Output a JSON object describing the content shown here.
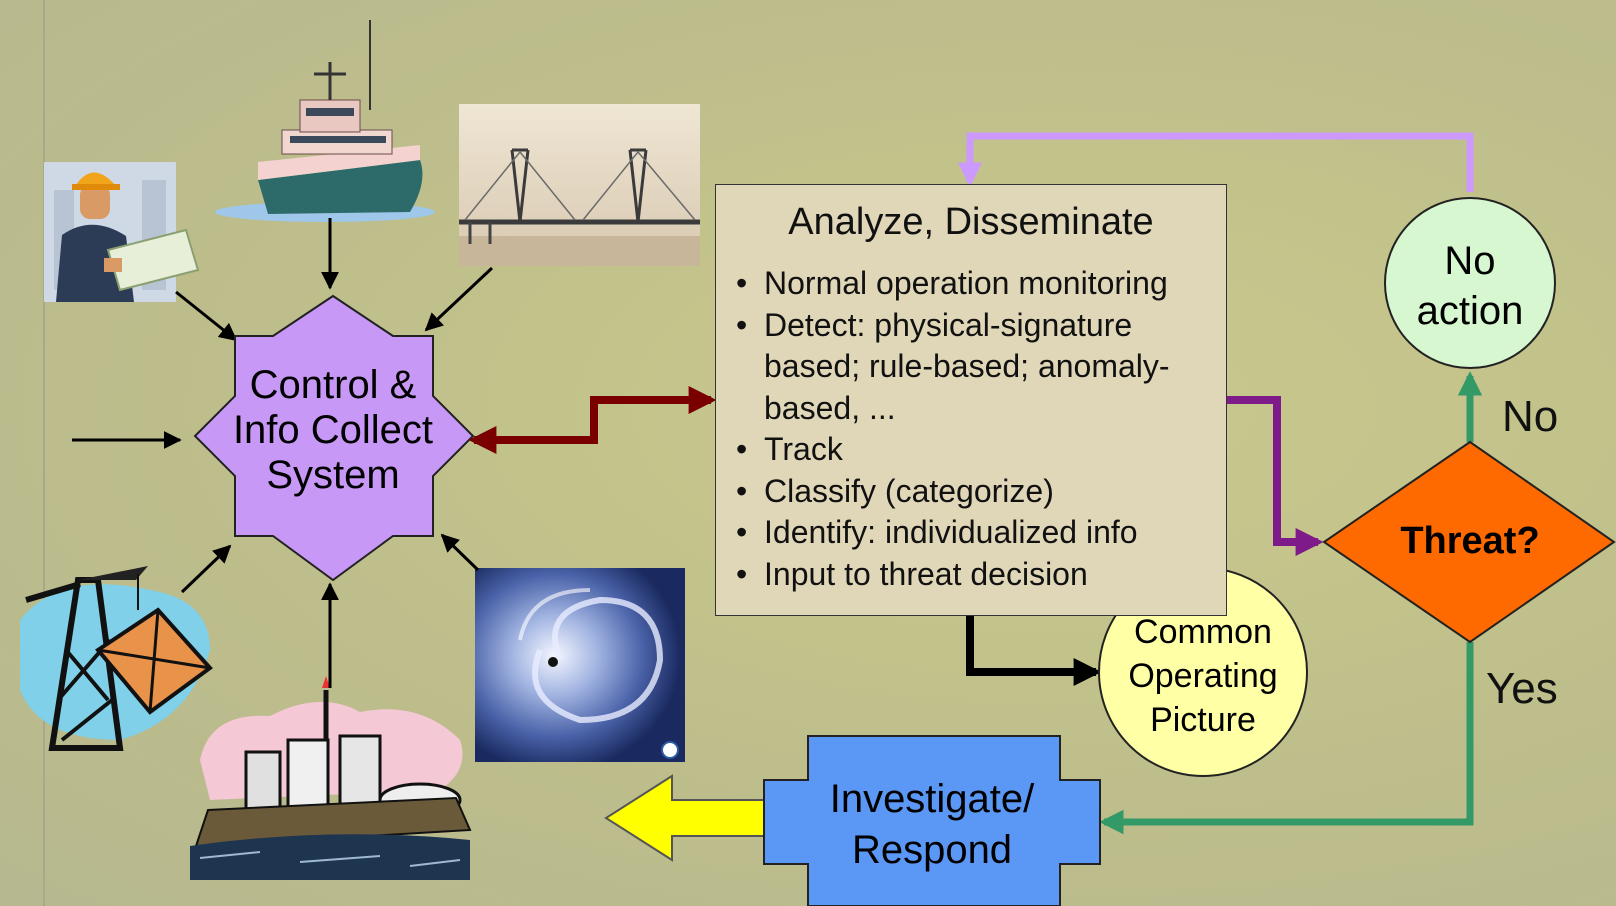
{
  "hub": {
    "line1": "Control &",
    "line2": "Info Collect",
    "line3": "System"
  },
  "analyze": {
    "title": "Analyze, Disseminate",
    "bullets": [
      "Normal operation monitoring",
      "Detect: physical-signature",
      "based; rule-based; anomaly-",
      "based, ...",
      "Track",
      "Classify (categorize)",
      "Identify: individualized info",
      "Input to threat decision"
    ]
  },
  "threat": {
    "label": "Threat?"
  },
  "no_action": {
    "line1": "No",
    "line2": "action"
  },
  "cop": {
    "line1": "Common",
    "line2": "Operating",
    "line3": "Picture"
  },
  "respond": {
    "line1": "Investigate/",
    "line2": "Respond"
  },
  "edges": {
    "no": "No",
    "yes": "Yes"
  },
  "icons": [
    "worker-icon",
    "ship-icon",
    "bridge-icon",
    "crane-icon",
    "refinery-icon",
    "hurricane-icon"
  ],
  "colors": {
    "hub": "#c798f5",
    "threat": "#ff6a00",
    "no_action": "#d6f7d0",
    "cop": "#ffffa6",
    "respond": "#5b97f5",
    "analyze": "#e0d6b8",
    "arrow_darkred": "#7a0000",
    "arrow_purple": "#7f1a8a",
    "arrow_lavender": "#cc99ff",
    "arrow_green": "#339966",
    "arrow_yellow": "#ffff00"
  }
}
